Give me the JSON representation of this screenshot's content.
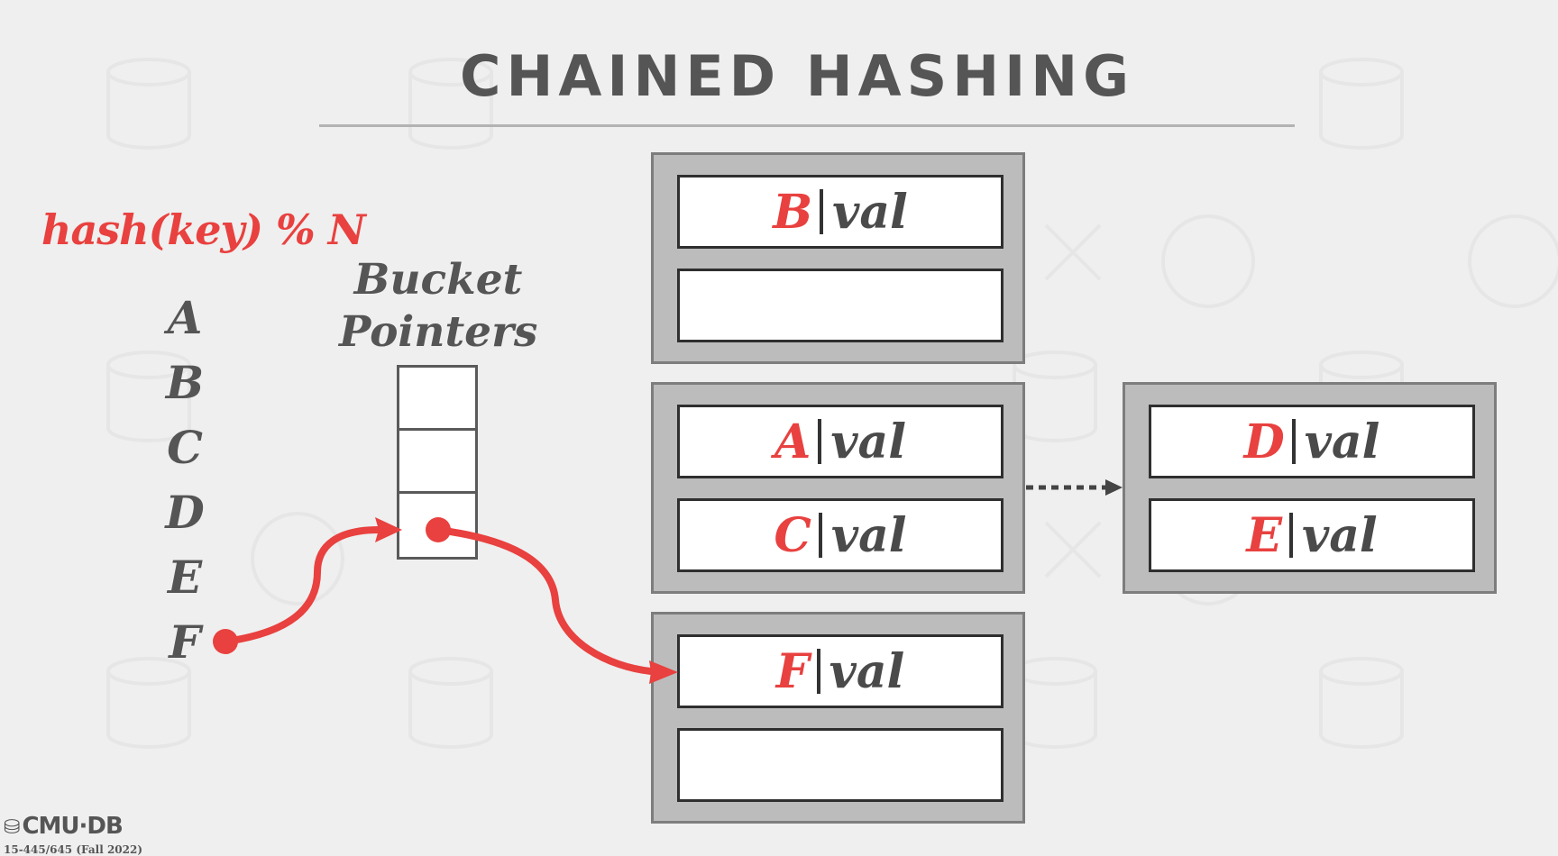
{
  "slide": {
    "title": "CHAINED HASHING",
    "formula": "hash(key) % N",
    "bucket_pointers_label_line1": "Bucket",
    "bucket_pointers_label_line2": "Pointers"
  },
  "keys": [
    "A",
    "B",
    "C",
    "D",
    "E",
    "F"
  ],
  "buckets": [
    {
      "slots": [
        {
          "key": "B",
          "val": "val"
        },
        {
          "key": "",
          "val": ""
        }
      ]
    },
    {
      "slots": [
        {
          "key": "A",
          "val": "val"
        },
        {
          "key": "C",
          "val": "val"
        }
      ]
    },
    {
      "slots": [
        {
          "key": "D",
          "val": "val"
        },
        {
          "key": "E",
          "val": "val"
        }
      ]
    },
    {
      "slots": [
        {
          "key": "F",
          "val": "val"
        },
        {
          "key": "",
          "val": ""
        }
      ]
    }
  ],
  "footer": {
    "logo": "CMU·DB",
    "course": "15-445/645 (Fall 2022)"
  },
  "colors": {
    "accent": "#e8413f",
    "text": "#555555",
    "bucket_fill": "#bcbcbc"
  }
}
